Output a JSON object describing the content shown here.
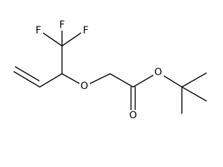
{
  "atoms": {
    "f_top": "F",
    "f_left": "F",
    "f_right": "F",
    "o_ether": "O",
    "o_ester": "O",
    "o_carbonyl": "O"
  },
  "colors": {
    "bond": "#000000",
    "text": "#000000",
    "background": "#ffffff"
  }
}
